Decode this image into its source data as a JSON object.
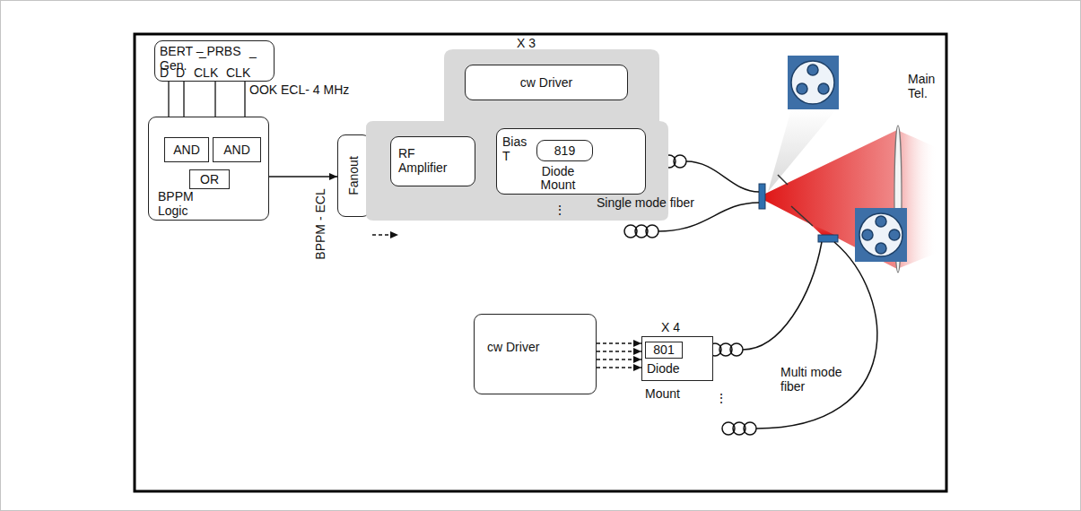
{
  "diagram": {
    "nodes": [
      {
        "text": [
          "BERT – PRBS Gen."
        ]
      },
      {
        "text": [
          "BPPM Logic"
        ]
      },
      {
        "text": [
          "AND"
        ],
        "in": 1
      },
      {
        "text": [
          "AND"
        ],
        "in": 1
      },
      {
        "text": [
          "OR"
        ],
        "in": 1
      },
      {
        "text": [
          "Fanout"
        ]
      },
      {
        "text": [
          "X 3"
        ]
      },
      {
        "text": [
          "cw Driver"
        ],
        "in": 6
      },
      {
        "text": [
          "RF Amplifier"
        ],
        "in": 6
      },
      {
        "text": [
          "Bias T",
          "Diode Mount"
        ],
        "in": 6
      },
      {
        "text": [
          "819"
        ],
        "in": 9
      },
      {
        "text": [
          "cw Driver"
        ]
      },
      {
        "text": [
          "X 4",
          "Diode",
          "Mount"
        ]
      },
      {
        "text": [
          "801"
        ],
        "in": 12
      }
    ],
    "edges": [
      {
        "from": 0,
        "to": 2,
        "arrow": "to"
      },
      {
        "from": 0,
        "to": 2,
        "arrow": "to"
      },
      {
        "from": 0,
        "to": 3,
        "arrow": "to"
      },
      {
        "from": 0,
        "to": 3,
        "arrow": "to"
      },
      {
        "from": 2,
        "to": 4,
        "arrow": "to"
      },
      {
        "from": 3,
        "to": 4,
        "arrow": "to"
      },
      {
        "from": 4,
        "to": 5,
        "arrow": "to"
      },
      {
        "from": 5,
        "to": 8,
        "arrow": "to"
      },
      {
        "from": 8,
        "to": 9,
        "arrow": "to"
      },
      {
        "from": 7,
        "to": 9,
        "arrow": "to"
      },
      {
        "from": 11,
        "to": 12,
        "arrow": "to"
      },
      {
        "from": 11,
        "to": 12,
        "arrow": "to"
      },
      {
        "from": 11,
        "to": 12,
        "arrow": "to"
      },
      {
        "from": 11,
        "to": 12,
        "arrow": "to"
      }
    ],
    "labels": [
      "D",
      "D",
      "CLK",
      "CLK",
      "_",
      "_",
      "OOK ECL- 4 MHz",
      "BPPM - ECL",
      "⋮",
      "Single mode fiber",
      "Main Tel.",
      "⋮",
      "Multi mode fiber"
    ]
  }
}
